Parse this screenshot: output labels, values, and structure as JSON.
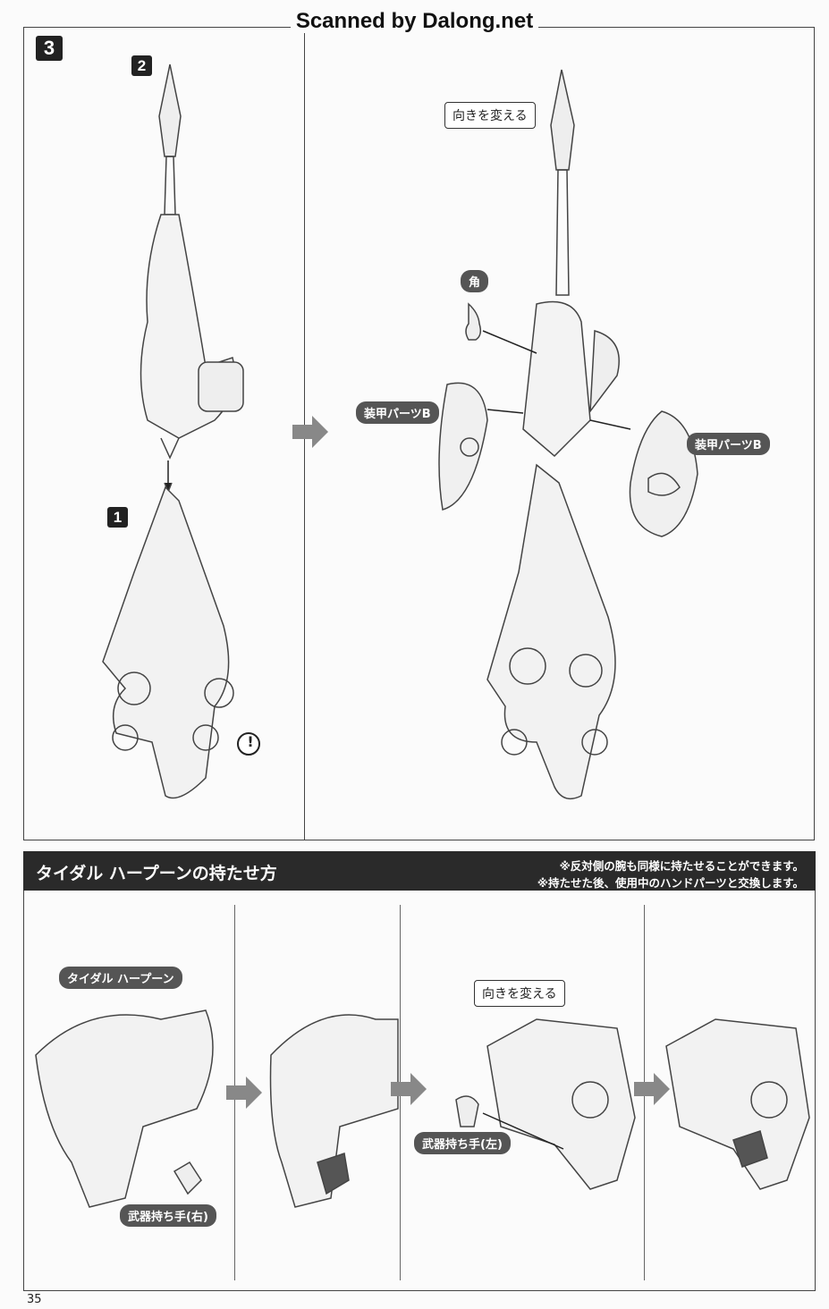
{
  "watermark": "Scanned by Dalong.net",
  "step": {
    "number": "3",
    "sub_steps": [
      "2",
      "1"
    ],
    "labels": {
      "rotate_top": "向きを変える",
      "horn": "角",
      "armor_left": "装甲パーツB",
      "armor_right": "装甲パーツB"
    },
    "caution_mark": "!"
  },
  "section": {
    "title": "タイダル ハープーンの持たせ方",
    "notes": [
      "※反対側の腕も同様に持たせることができます。",
      "※持たせた後、使用中のハンドパーツと交換します。"
    ],
    "labels": {
      "harpoon": "タイダル ハープーン",
      "hand_right": "武器持ち手(右)",
      "rotate": "向きを変える",
      "hand_left": "武器持ち手(左)"
    }
  },
  "page_number": "35"
}
